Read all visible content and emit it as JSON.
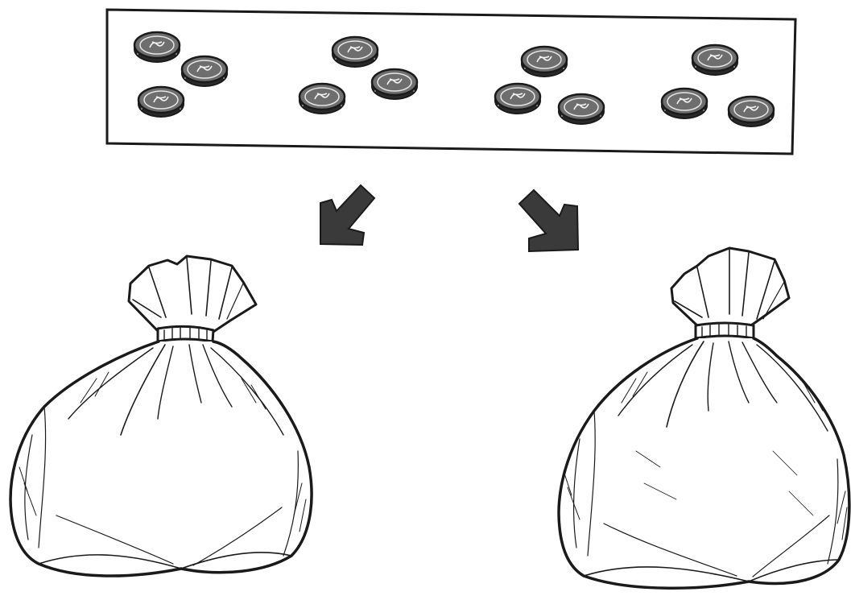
{
  "coin_groups": [
    {
      "id": "group-1",
      "coin_count": 3
    },
    {
      "id": "group-2",
      "coin_count": 3
    },
    {
      "id": "group-3",
      "coin_count": 3
    },
    {
      "id": "group-4",
      "coin_count": 3
    }
  ],
  "total_coins": 12,
  "arrows": [
    {
      "id": "arrow-left",
      "direction": "down-left"
    },
    {
      "id": "arrow-right",
      "direction": "down-right"
    }
  ],
  "bags": [
    {
      "id": "bag-left"
    },
    {
      "id": "bag-right"
    }
  ],
  "colors": {
    "ink": "#1a1a1a",
    "coin_fill": "#6e6e6e",
    "paper": "#ffffff"
  }
}
